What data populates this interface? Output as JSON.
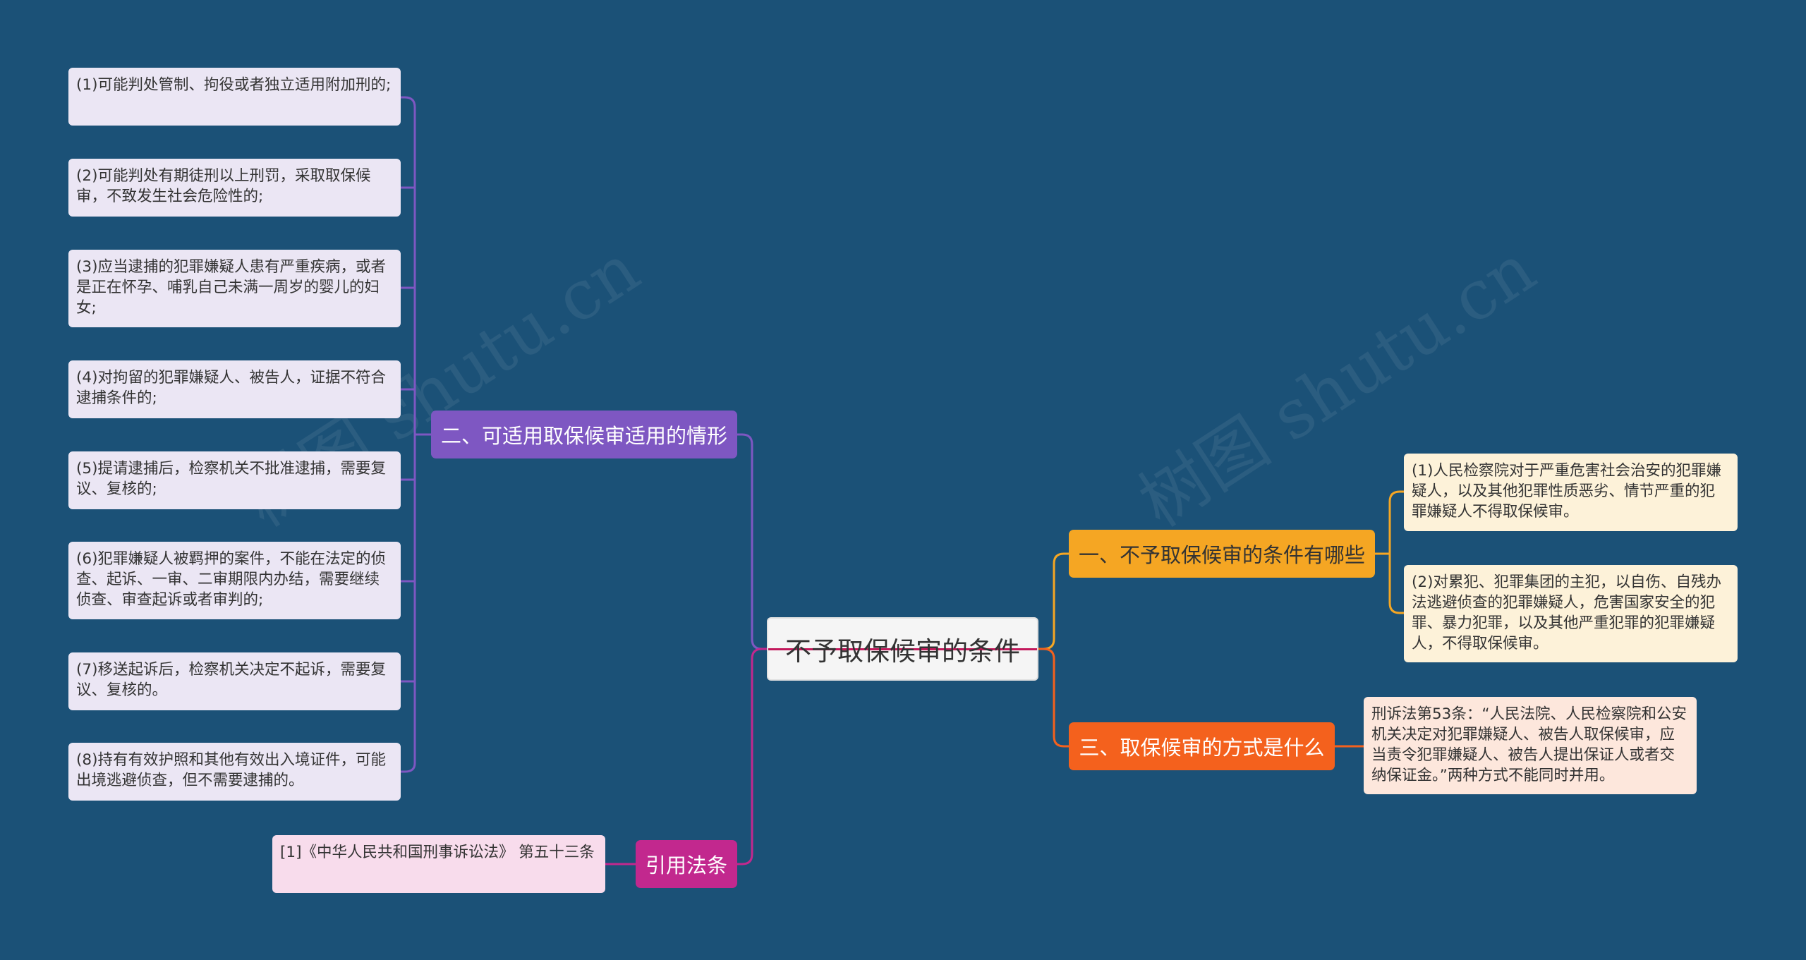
{
  "center": {
    "title": "不予取保候审的条件"
  },
  "branches": {
    "situations": {
      "label": "二、可适用取保候审适用的情形",
      "color": "#7e57c2",
      "items": [
        "(1)可能判处管制、拘役或者独立适用附加刑的;",
        "(2)可能判处有期徒刑以上刑罚，采取取保候审，不致发生社会危险性的;",
        "(3)应当逮捕的犯罪嫌疑人患有严重疾病，或者是正在怀孕、哺乳自己未满一周岁的婴儿的妇女;",
        "(4)对拘留的犯罪嫌疑人、被告人，证据不符合逮捕条件的;",
        "(5)提请逮捕后，检察机关不批准逮捕，需要复议、复核的;",
        "(6)犯罪嫌疑人被羁押的案件，不能在法定的侦查、起诉、一审、二审期限内办结，需要继续侦查、审查起诉或者审判的;",
        "(7)移送起诉后，检察机关决定不起诉，需要复议、复核的。",
        "(8)持有有效护照和其他有效出入境证件，可能出境逃避侦查，但不需要逮捕的。"
      ]
    },
    "law": {
      "label": "引用法条",
      "color": "#c2288e",
      "items": [
        "[1]《中华人民共和国刑事诉讼法》 第五十三条"
      ]
    },
    "conditions": {
      "label": "一、不予取保候审的条件有哪些",
      "color": "#f5a623",
      "items": [
        "(1)人民检察院对于严重危害社会治安的犯罪嫌疑人，以及其他犯罪性质恶劣、情节严重的犯罪嫌疑人不得取保候审。",
        "(2)对累犯、犯罪集团的主犯，以自伤、自残办法逃避侦查的犯罪嫌疑人，危害国家安全的犯罪、暴力犯罪，以及其他严重犯罪的犯罪嫌疑人，不得取保候审。"
      ]
    },
    "methods": {
      "label": "三、取保候审的方式是什么",
      "color": "#f4611d",
      "items": [
        "刑诉法第53条：“人民法院、人民检察院和公安机关决定对犯罪嫌疑人、被告人取保候审，应当责令犯罪嫌疑人、被告人提出保证人或者交纳保证金。”两种方式不能同时并用。"
      ]
    }
  },
  "watermark": {
    "text": "树图 shutu.cn"
  }
}
